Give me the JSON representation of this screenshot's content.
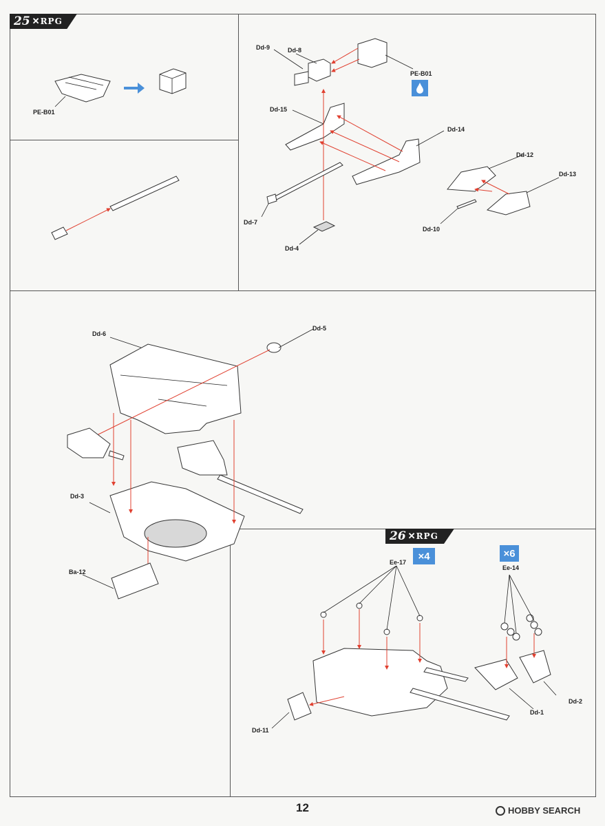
{
  "steps": {
    "step25": {
      "number": "25",
      "brand": "RPG"
    },
    "step26": {
      "number": "26",
      "brand": "RPG"
    }
  },
  "labels": {
    "pe_b01_left": "PE-B01",
    "pe_b01_right": "PE-B01",
    "dd9": "Dd-9",
    "dd8": "Dd-8",
    "dd15": "Dd-15",
    "dd14": "Dd-14",
    "dd12": "Dd-12",
    "dd13": "Dd-13",
    "dd7": "Dd-7",
    "dd10": "Dd-10",
    "dd4": "Dd-4",
    "dd6": "Dd-6",
    "dd5": "Dd-5",
    "dd3": "Dd-3",
    "ba12": "Ba-12",
    "ee17": "Ee-17",
    "ee14": "Ee-14",
    "dd11": "Dd-11",
    "dd1": "Dd-1",
    "dd2": "Dd-2"
  },
  "quantities": {
    "ee17_qty": "×4",
    "ee14_qty": "×6"
  },
  "icons": {
    "glue": "glue-drop-icon",
    "arrow": "blue-arrow-icon",
    "logo": "hobby-search-logo-icon"
  },
  "colors": {
    "accent": "#4a90d9",
    "arrows": "#e04030"
  },
  "page_number": "12",
  "watermark": "HOBBY SEARCH"
}
